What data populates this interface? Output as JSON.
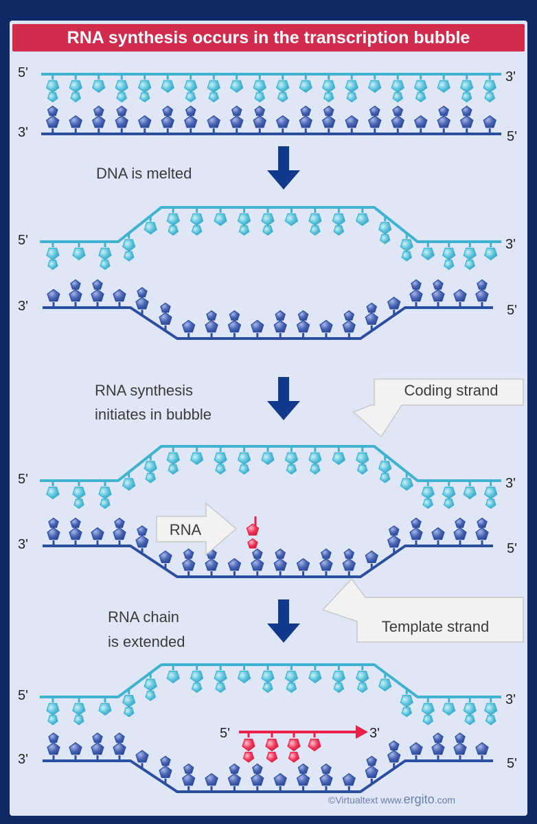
{
  "title": "RNA synthesis occurs in the transcription bubble",
  "end_labels": {
    "five_prime": "5'",
    "three_prime": "3'"
  },
  "steps": [
    {
      "text": "DNA is melted"
    },
    {
      "text": [
        "RNA synthesis",
        "initiates in bubble"
      ]
    },
    {
      "text": [
        "RNA chain",
        "is extended"
      ]
    }
  ],
  "callouts": {
    "coding_strand": "Coding strand",
    "template_strand": "Template strand",
    "rna": "RNA"
  },
  "credit": {
    "prefix": "©Virtualtext",
    "site_www": "www.",
    "site_brand": "ergito",
    "site_tld": ".com"
  },
  "colors": {
    "coding_strand": "#3fb3cf",
    "template_strand": "#2c4ea0",
    "rna": "#e8204a",
    "step_arrow": "#113a8c",
    "background": "#dfe6f6",
    "frame": "#0f2a66",
    "title_bar": "#d12b4e"
  }
}
